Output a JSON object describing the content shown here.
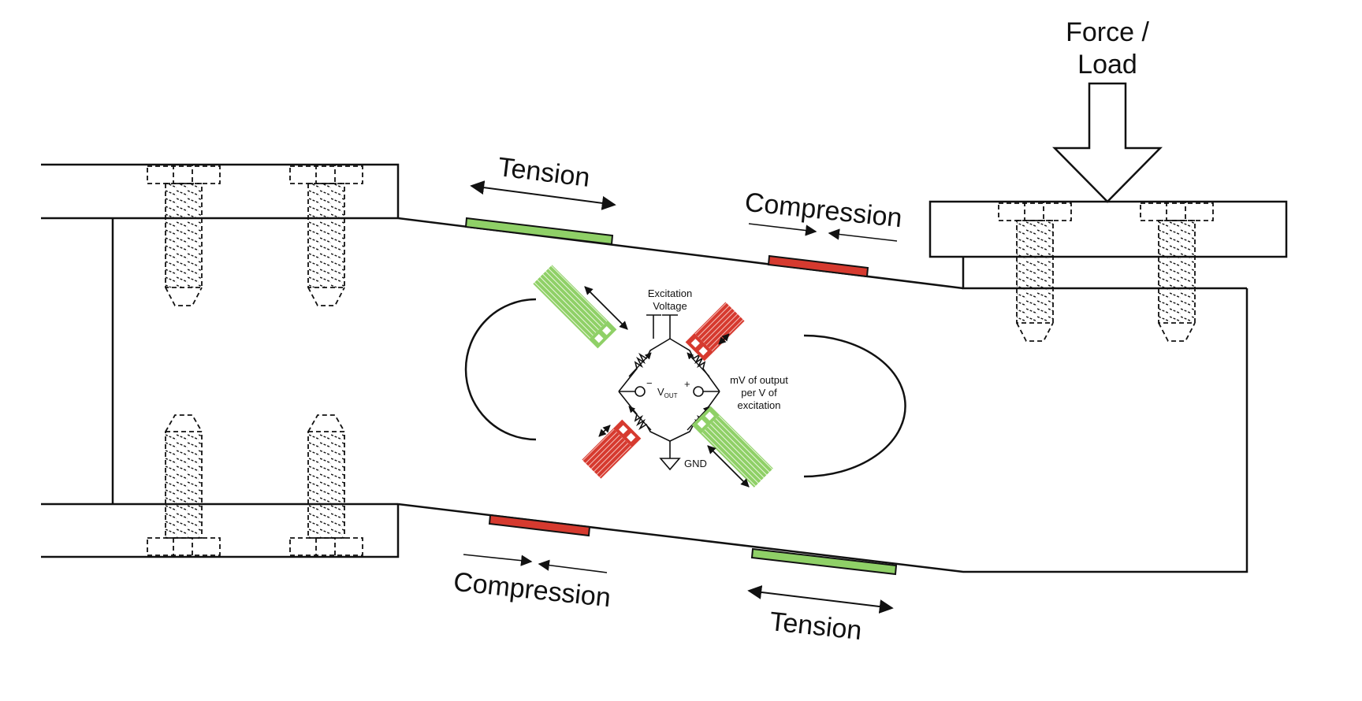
{
  "labels": {
    "force": "Force /",
    "load": "Load",
    "tension_top": "Tension",
    "compression_top": "Compression",
    "compression_bottom": "Compression",
    "tension_bottom": "Tension"
  },
  "circuit": {
    "excitation_line1": "Excitation",
    "excitation_line2": "Voltage",
    "vout_main": "V",
    "vout_sub": "OUT",
    "minus": "−",
    "plus": "+",
    "gnd": "GND",
    "output_line1": "mV of output",
    "output_line2": "per V of",
    "output_line3": "excitation"
  },
  "colors": {
    "tension_gauge": "#8fd067",
    "compression_gauge": "#d63a2f",
    "outline": "#111111"
  }
}
